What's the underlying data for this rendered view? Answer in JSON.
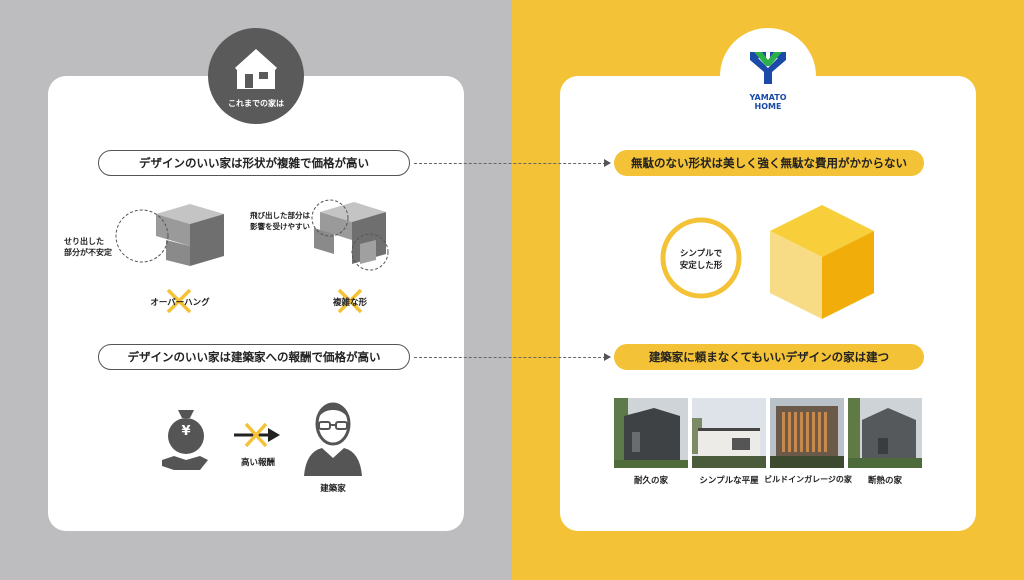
{
  "left": {
    "badge_label": "これまでの家は",
    "headline1": "デザインのいい家は形状が複雑で価格が高い",
    "headline2": "デザインのいい家は建築家への報酬で価格が高い",
    "note_overhang": [
      "せり出した",
      "部分が不安定"
    ],
    "note_complex": [
      "飛び出した部分は",
      "影響を受けやすい"
    ],
    "label_overhang": "オーバーハング",
    "label_complex": "複雑な形",
    "label_fee": "高い報酬",
    "label_architect": "建築家",
    "yen": "¥"
  },
  "right": {
    "logo_text": [
      "YAMATO",
      "HOME"
    ],
    "headline1": "無駄のない形状は美しく強く無駄な費用がかからない",
    "headline2": "建築家に頼まなくてもいいデザインの家は建つ",
    "circle_text": [
      "シンプルで",
      "安定した形"
    ],
    "photos": [
      {
        "label": "耐久の家"
      },
      {
        "label": "シンプルな平屋"
      },
      {
        "label": "ビルドインガレージの家"
      },
      {
        "label": "断熱の家"
      }
    ]
  },
  "colors": {
    "gray_bg": "#bdbdbf",
    "yellow": "#f4c236",
    "cross": "#f4c236",
    "logo_blue": "#1b4aa8",
    "logo_green": "#2bb04a"
  }
}
